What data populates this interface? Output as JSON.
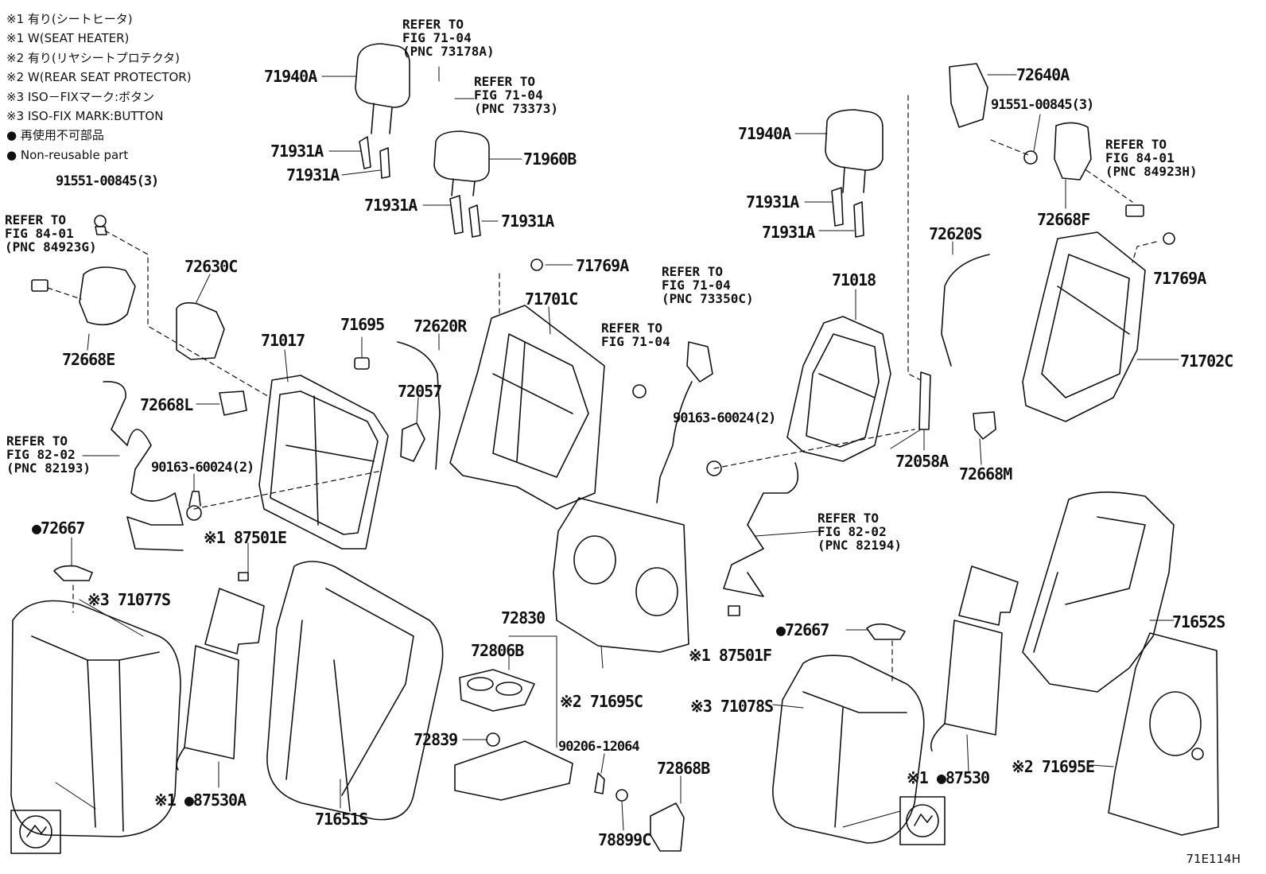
{
  "legend": [
    "※1 有り(シートヒータ)",
    "※1 W(SEAT HEATER)",
    "※2 有り(リヤシートプロテクタ)",
    "※2 W(REAR SEAT PROTECTOR)",
    "※3 ISO－FIXマーク:ボタン",
    "※3 ISO-FIX MARK:BUTTON",
    "● 再使用不可部品",
    "● Non-reusable part"
  ],
  "diagram_code": "71E114H",
  "refers": [
    "REFER TO\nFIG 71-04\n(PNC 73178A)",
    "REFER TO\nFIG 71-04\n(PNC 73373)",
    "REFER TO\nFIG 84-01\n(PNC 84923H)",
    "REFER TO\nFIG 84-01\n(PNC 84923G)",
    "REFER TO\nFIG 71-04\n(PNC 73350C)",
    "REFER TO\nFIG 71-04",
    "REFER TO\nFIG 82-02\n(PNC 82193)",
    "REFER TO\nFIG 82-02\n(PNC 82194)"
  ],
  "parts": [
    "71940A",
    "71931A",
    "71931A",
    "71960B",
    "71931A",
    "71931A",
    "91551-00845(3)",
    "72630C",
    "72668E",
    "71017",
    "71695",
    "72620R",
    "72668L",
    "72057",
    "90163-60024(2)",
    "71701C",
    "71769A",
    "●72667",
    "※3 71077S",
    "※1 87501E",
    "※1 ●87530A",
    "71651S",
    "72830",
    "72806B",
    "72839",
    "90206-12064",
    "72868B",
    "78899C",
    "※2 71695C",
    "71940A",
    "71931A",
    "71931A",
    "72640A",
    "91551-00845(3)",
    "72668F",
    "72620S",
    "71018",
    "71769A",
    "71702C",
    "90163-60024(2)",
    "72058A",
    "72668M",
    "※1 87501F",
    "●72667",
    "71652S",
    "※3 71078S",
    "※1 ●87530",
    "※2 71695E"
  ]
}
